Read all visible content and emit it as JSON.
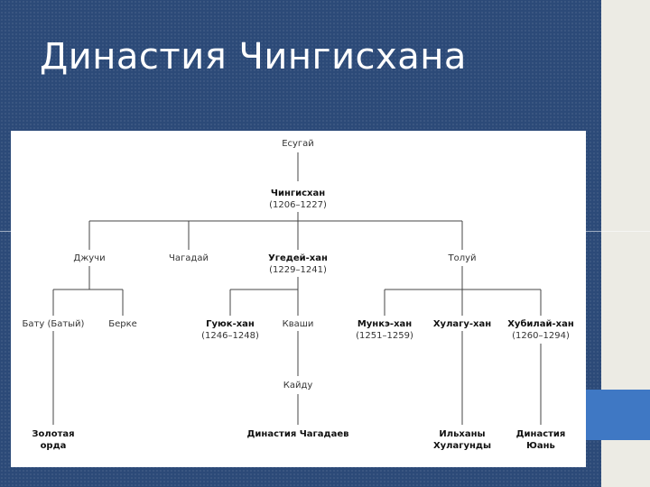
{
  "slide": {
    "title": "Династия Чингисхана",
    "colors": {
      "background": "#2c4a78",
      "side_panel": "#ecebe4",
      "accent": "#3f78c4",
      "diagram_bg": "#ffffff",
      "line": "#444444"
    }
  },
  "tree": {
    "esugai": {
      "name": "Есугай"
    },
    "genghis": {
      "name": "Чингисхан",
      "years": "(1206–1227)"
    },
    "jochi": {
      "name": "Джучи"
    },
    "chagatai": {
      "name": "Чагадай"
    },
    "ogedei": {
      "name": "Угедей-хан",
      "years": "(1229–1241)"
    },
    "tolui": {
      "name": "Толуй"
    },
    "batu": {
      "name": "Бату (Батый)"
    },
    "berke": {
      "name": "Берке"
    },
    "guyuk": {
      "name": "Гуюк-хан",
      "years": "(1246–1248)"
    },
    "kashi": {
      "name": "Кваши"
    },
    "mongke": {
      "name": "Мункэ-хан",
      "years": "(1251–1259)"
    },
    "hulagu": {
      "name": "Хулагу-хан"
    },
    "kublai": {
      "name": "Хубилай-хан",
      "years": "(1260–1294)"
    },
    "kaidu": {
      "name": "Кайду"
    },
    "golden_horde": {
      "name": "Золотая орда"
    },
    "chagatai_dynasty": {
      "name": "Династия Чагадаев"
    },
    "ilkhans": {
      "name": "Ильханы Хулагунды"
    },
    "yuan": {
      "name": "Династия Юань"
    }
  }
}
